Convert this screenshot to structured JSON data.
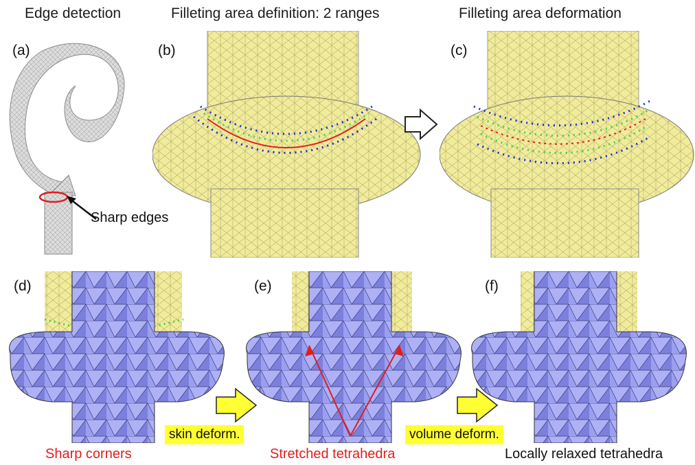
{
  "headers": {
    "a": "Edge detection",
    "b": "Filleting area definition: 2 ranges",
    "c": "Filleting area deformation"
  },
  "panel_labels": [
    "(a)",
    "(b)",
    "(c)",
    "(d)",
    "(e)",
    "(f)"
  ],
  "annotations": {
    "sharp_edges": "Sharp edges",
    "skin_deform": "skin deform.",
    "volume_deform": "volume deform."
  },
  "captions": {
    "d": "Sharp corners",
    "e": "Stretched tetrahedra",
    "f": "Locally relaxed tetrahedra"
  },
  "colors": {
    "mesh_surface": "#f1eb9c",
    "tetra_fill": "#9b9ff0",
    "highlight_red": "#e01e1e",
    "node_blue": "#1a2bd6",
    "node_green": "#3cd64a",
    "tag_yellow": "#ffff33"
  }
}
